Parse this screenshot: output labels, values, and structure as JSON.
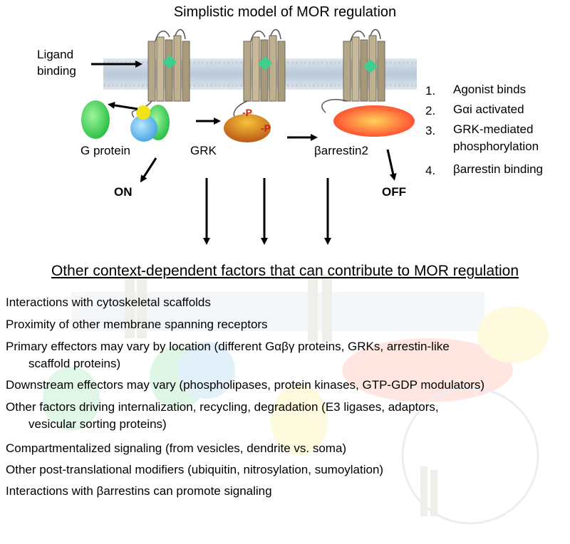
{
  "title": "Simplistic model of MOR regulation",
  "labels": {
    "ligand_line1": "Ligand",
    "ligand_line2": "binding",
    "g_protein": "G protein",
    "grk": "GRK",
    "barrestin": "βarrestin2",
    "on": "ON",
    "off": "OFF",
    "phospho": "P"
  },
  "steps": [
    {
      "num": "1.",
      "lines": [
        "Agonist binds"
      ]
    },
    {
      "num": "2.",
      "lines": [
        "Gαi activated"
      ]
    },
    {
      "num": "3.",
      "lines": [
        "GRK-mediated",
        "phosphorylation"
      ]
    },
    {
      "num": "4.",
      "lines": [
        "βarrestin binding"
      ]
    }
  ],
  "subtitle": "Other context-dependent factors that can contribute to MOR regulation",
  "factors": [
    {
      "line1": "Interactions with cytoskeletal scaffolds",
      "line2": ""
    },
    {
      "line1": "Proximity of other membrane spanning receptors",
      "line2": ""
    },
    {
      "line1": "Primary effectors may vary by location (different Gαβγ proteins, GRKs, arrestin-like",
      "line2": "scaffold proteins)"
    },
    {
      "line1": "Downstream effectors may vary (phospholipases, protein kinases, GTP-GDP modulators)",
      "line2": ""
    },
    {
      "line1": "Other factors driving internalization, recycling, degradation (E3 ligases, adaptors,",
      "line2": "vesicular sorting proteins)"
    },
    {
      "line1": "Compartmentalized signaling (from vesicles, dendrite vs. soma)",
      "line2": ""
    },
    {
      "line1": "Other post-translational modifiers (ubiquitin, nitrosylation, sumoylation)",
      "line2": ""
    },
    {
      "line1": "Interactions with βarrestins can promote signaling",
      "line2": ""
    }
  ],
  "colors": {
    "membrane": "#c9d6e3",
    "receptor": "#b5a78a",
    "ligand": "#3ecf8e",
    "g_alpha": "#22c55e",
    "g_beta": "#4fb3e8",
    "g_gamma": "#f2e21a",
    "grk": "#e0a020",
    "barrestin": "#ff5533",
    "phospho": "#c0281c"
  }
}
